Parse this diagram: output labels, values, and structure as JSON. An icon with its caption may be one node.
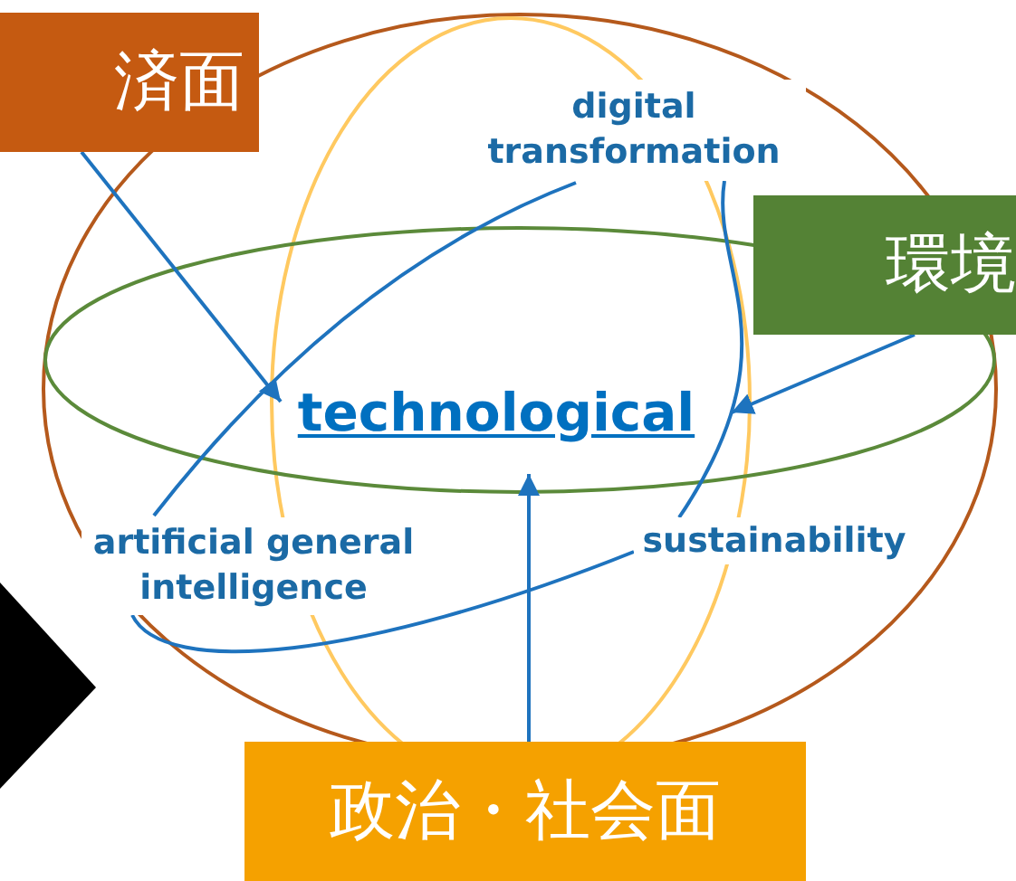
{
  "diagram": {
    "nodes": [
      {
        "text": [
          "済面"
        ]
      },
      {
        "text": [
          "digital transformation"
        ]
      },
      {
        "text": [
          "環境"
        ]
      },
      {
        "text": [
          "technological"
        ]
      },
      {
        "text": [
          "artificial general intelligence"
        ]
      },
      {
        "text": [
          "sustainability"
        ]
      },
      {
        "text": [
          "政治・社会面"
        ]
      }
    ],
    "edges": [
      {
        "from": 0,
        "to": 3,
        "arrow": "to"
      },
      {
        "from": 2,
        "to": 3,
        "arrow": "to"
      },
      {
        "from": 6,
        "to": 3,
        "arrow": "to"
      },
      {
        "from": 1,
        "to": 4,
        "arrow": "none"
      },
      {
        "from": 1,
        "to": 5,
        "arrow": "none"
      },
      {
        "from": 4,
        "to": 5,
        "arrow": "none"
      }
    ]
  }
}
